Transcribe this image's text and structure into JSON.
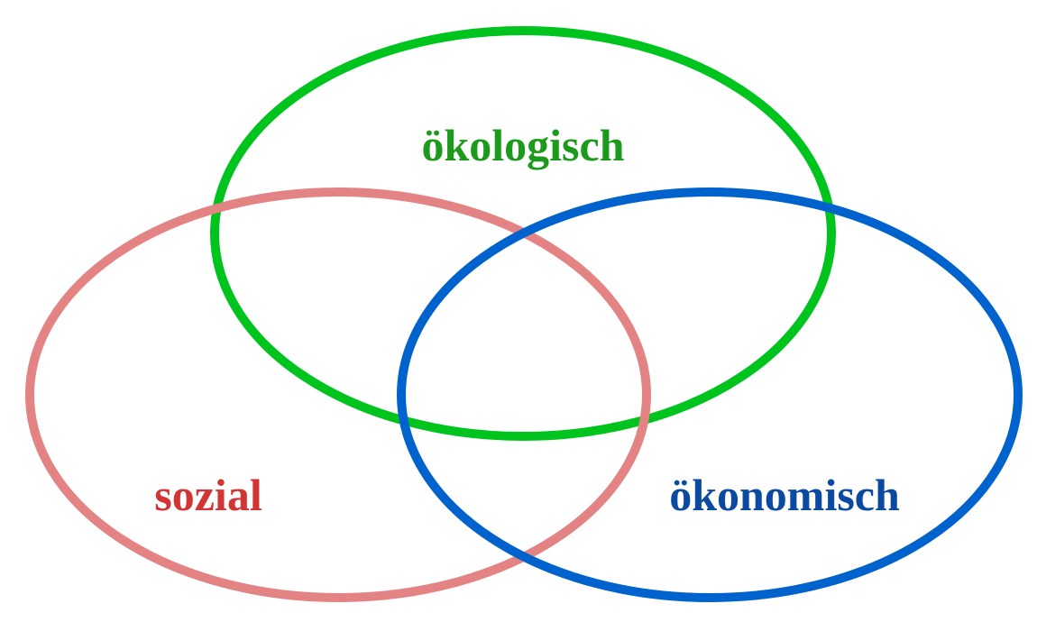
{
  "circles": [
    {
      "id": "oekologisch",
      "label": "ökologisch",
      "stroke": "#00c41e",
      "text_color": "#1c9a1c"
    },
    {
      "id": "sozial",
      "label": "sozial",
      "stroke": "#e38383",
      "text_color": "#d33434"
    },
    {
      "id": "oekonomisch",
      "label": "ökonomisch",
      "stroke": "#0062cc",
      "text_color": "#0a4aa0"
    }
  ]
}
